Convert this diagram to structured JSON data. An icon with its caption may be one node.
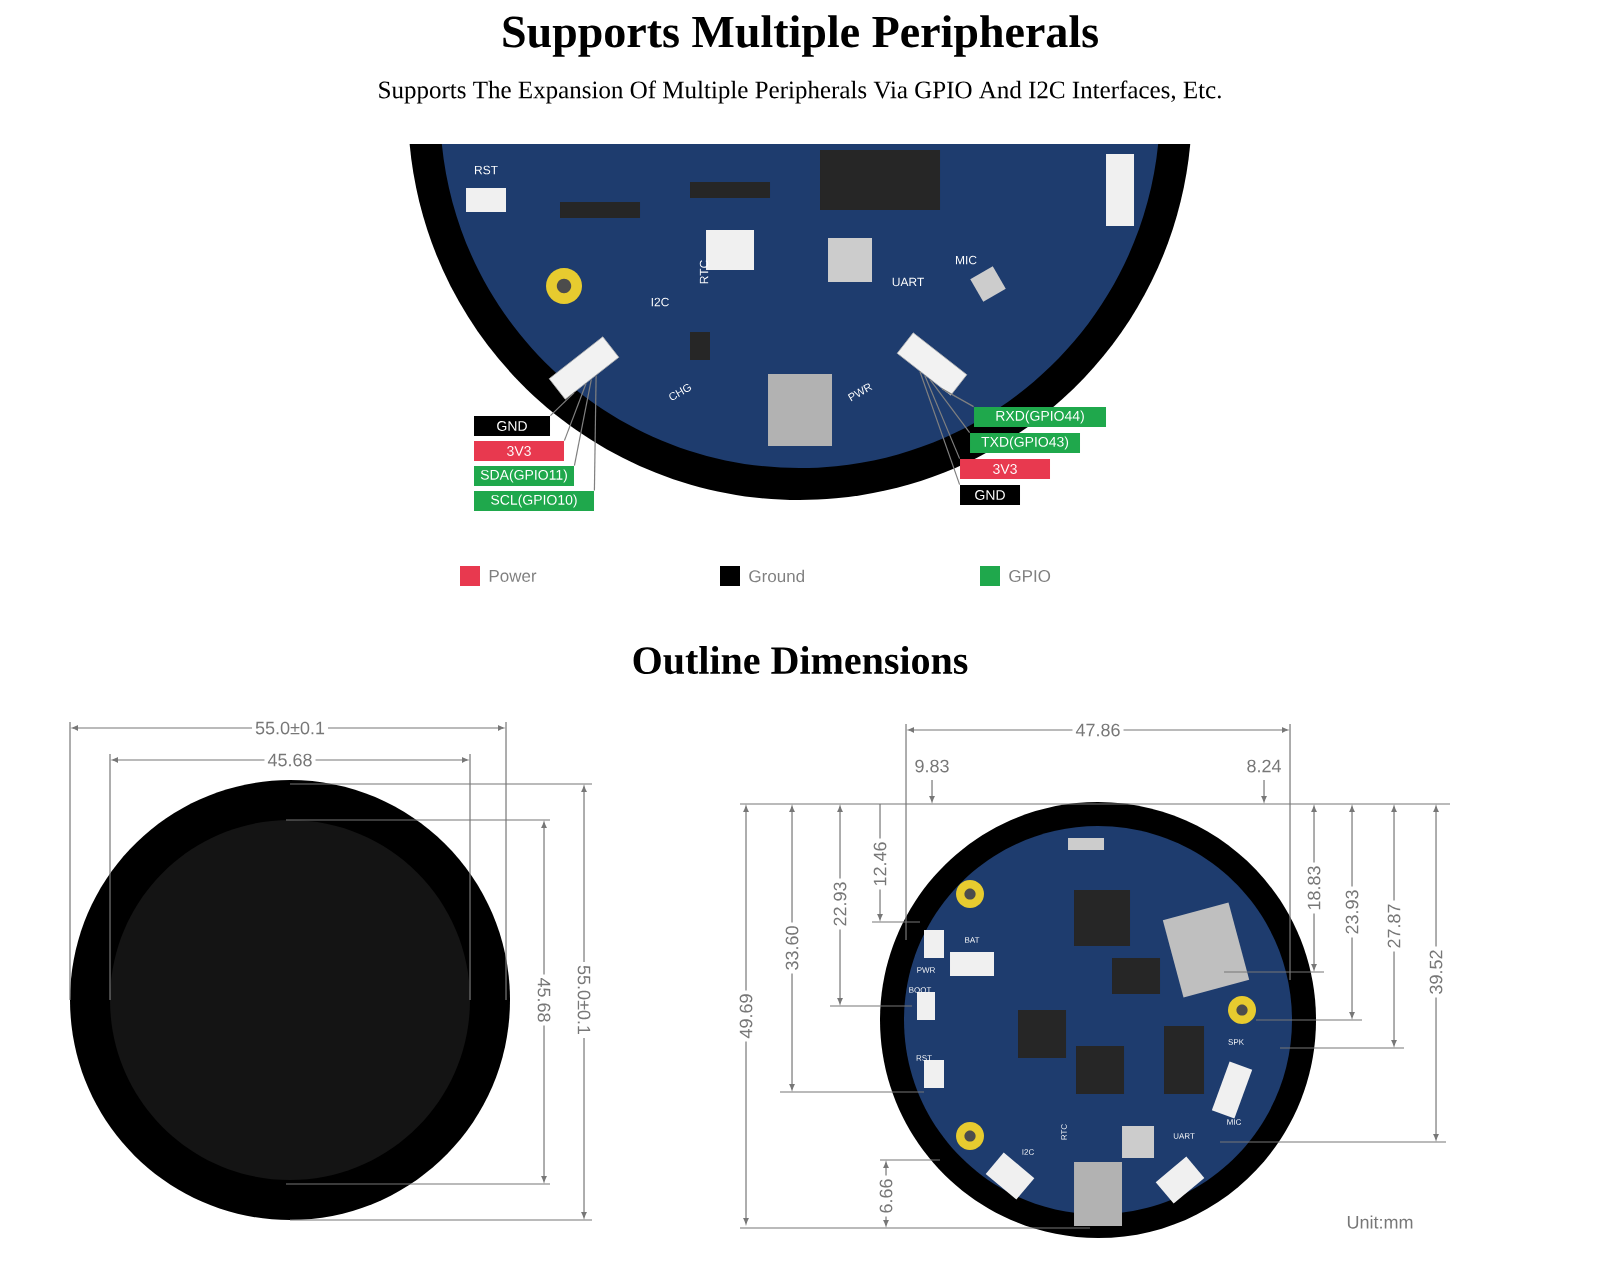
{
  "diagram": {
    "title": "Supports Multiple Peripherals",
    "nodes": [
      {
        "text": [
          "GND"
        ]
      },
      {
        "text": [
          "3V3"
        ]
      },
      {
        "text": [
          "SDA(GPIO11)"
        ]
      },
      {
        "text": [
          "SCL(GPIO10)"
        ]
      },
      {
        "text": [],
        "shape": "box"
      },
      {
        "text": [
          "RXD(GPIO44)"
        ]
      },
      {
        "text": [
          "TXD(GPIO43)"
        ]
      },
      {
        "text": [
          "3V3"
        ]
      },
      {
        "text": [
          "GND"
        ]
      },
      {
        "text": [],
        "shape": "box"
      }
    ],
    "edges": [
      {
        "from": 0,
        "to": 4,
        "arrow": "none"
      },
      {
        "from": 1,
        "to": 4,
        "arrow": "none"
      },
      {
        "from": 2,
        "to": 4,
        "arrow": "none"
      },
      {
        "from": 3,
        "to": 4,
        "arrow": "none"
      },
      {
        "from": 5,
        "to": 9,
        "arrow": "none"
      },
      {
        "from": 6,
        "to": 9,
        "arrow": "none"
      },
      {
        "from": 7,
        "to": 9,
        "arrow": "none"
      },
      {
        "from": 8,
        "to": 9,
        "arrow": "none"
      }
    ],
    "labels": [
      "Supports The Expansion Of Multiple Peripherals Via GPIO And I2C Interfaces, Etc.",
      "RST",
      "RTC",
      "I2C",
      "UART",
      "MIC",
      "CHG",
      "PWR",
      "Outline Dimensions",
      "55.0±0.1",
      "45.68",
      "55.0±0.1",
      "45.68",
      "47.86",
      "9.83",
      "8.24",
      "12.46",
      "22.93",
      "33.60",
      "49.69",
      "6.66",
      "18.83",
      "23.93",
      "27.87",
      "39.52",
      "PWR",
      "BAT",
      "BOOT",
      "RST",
      "SPK",
      "RTC",
      "I2C",
      "MIC",
      "UART",
      "Unit:mm"
    ],
    "legend": [
      {
        "text": "Power",
        "color": "#e8394f"
      },
      {
        "text": "Ground",
        "color": "#000000"
      },
      {
        "text": "GPIO",
        "color": "#1fa84c"
      }
    ]
  }
}
